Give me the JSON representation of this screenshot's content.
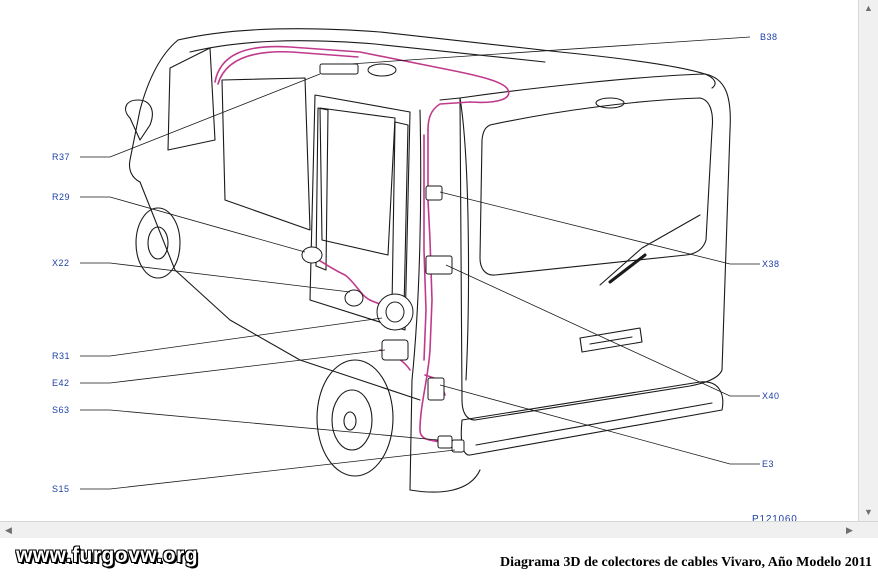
{
  "labels": {
    "b38": "B38",
    "r37": "R37",
    "r29": "R29",
    "x22": "X22",
    "r31": "R31",
    "e42": "E42",
    "s63": "S63",
    "s15": "S15",
    "x38": "X38",
    "x40": "X40",
    "e3": "E3"
  },
  "figure_ref": "P121060",
  "footer": {
    "site": "www.furgovw.org",
    "caption": "Diagrama 3D de colectores de cables Vivaro, Año Modelo 2011"
  },
  "colors": {
    "label_text": "#1f3fa8",
    "harness": "#c03a8c",
    "outline": "#1a1a1a"
  }
}
